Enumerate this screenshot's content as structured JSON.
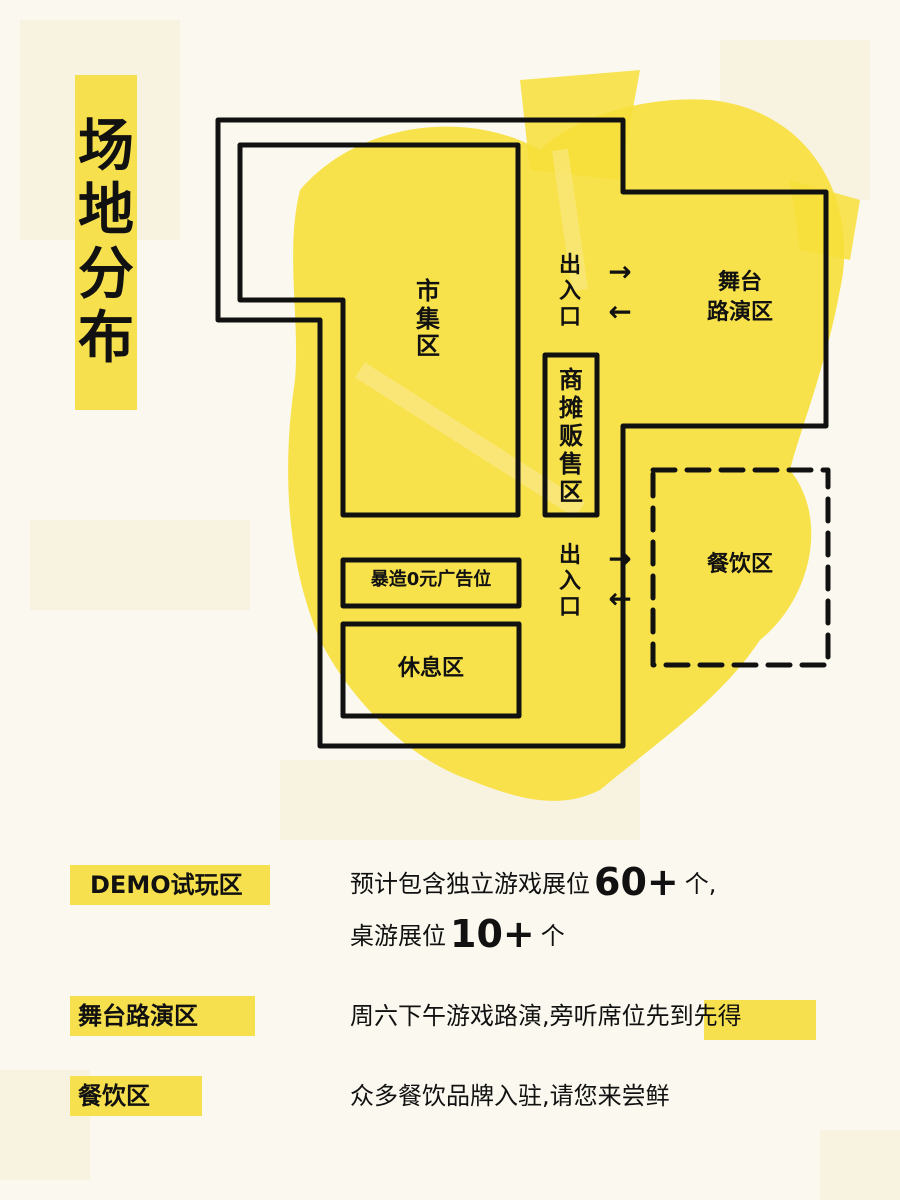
{
  "title": [
    "场",
    "地",
    "分",
    "布"
  ],
  "map": {
    "market": [
      "市",
      "集",
      "区"
    ],
    "entrance_top": [
      "出",
      "入",
      "口"
    ],
    "stage": [
      "舞台",
      "路演区"
    ],
    "stalls": [
      "商",
      "摊",
      "贩",
      "售",
      "区"
    ],
    "entrance_bottom": [
      "出",
      "入",
      "口"
    ],
    "dining": "餐饮区",
    "ad_slot": "暴造0元广告位",
    "rest": "休息区",
    "arrow_in": "→",
    "arrow_out": "←"
  },
  "legend": [
    {
      "name": "DEMO试玩区",
      "line1_prefix": "预计包含独立游戏展位",
      "line1_number": "60+",
      "line1_suffix": "个,",
      "line2_prefix": "桌游展位",
      "line2_number": "10+",
      "line2_suffix": "个"
    },
    {
      "name": "舞台路演区",
      "line1_prefix": "周六下午游戏路演,旁听席位",
      "line1_highlight": "先到先得"
    },
    {
      "name": "餐饮区",
      "line1_prefix": "众多餐饮品牌入驻,请您来尝鲜"
    }
  ],
  "colors": {
    "accent_yellow": "#f7e04d",
    "background": "#fbf9ef",
    "ink": "#111111"
  }
}
